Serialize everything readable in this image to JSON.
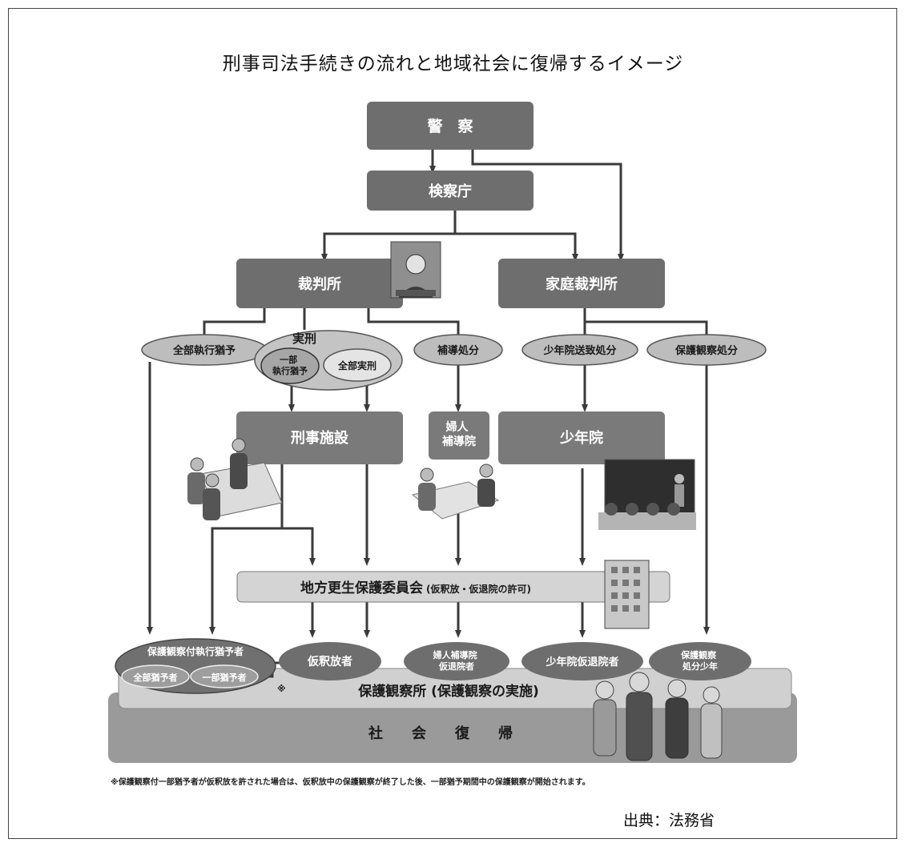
{
  "title": "刑事司法手続きの流れと地域社会に復帰するイメージ",
  "nodes": {
    "police": "警　察",
    "prosecutor": "検察庁",
    "court": "裁判所",
    "family_court": "家庭裁判所",
    "full_suspension": "全部執行猶予",
    "sentence": "実刑",
    "partial_suspension": "一部\n執行猶予",
    "full_sentence": "全部実刑",
    "guidance_disposition": "補導処分",
    "juvenile_training_disposition": "少年院送致処分",
    "probation_disposition": "保護観察処分",
    "penal_institution": "刑事施設",
    "womens_guidance_home": "婦人\n補導院",
    "juvenile_training_school": "少年院",
    "parole_board": "地方更生保護委員会",
    "parole_board_note": "(仮釈放・仮退院の許可)",
    "probationer_suspended": "保護観察付執行猶予者",
    "full_suspendee": "全部猶予者",
    "partial_suspendee": "一部猶予者",
    "parolee": "仮釈放者",
    "womens_home_releasee": "婦人補導院\n仮退院者",
    "juvenile_releasee": "少年院仮退院者",
    "juvenile_probationer": "保護観察\n処分少年",
    "probation_office": "保護観察所 (保護観察の実施)",
    "reintegration": "社　　会　　復　　帰",
    "asterisk": "※"
  },
  "footnote": "※保護観察付一部猶予者が仮釈放を許された場合は、仮釈放中の保護観察が終了した後、一部猶予期間中の保護観察が開始されます。",
  "source": "出典：法務省",
  "colors": {
    "dark_box": "#6e6e6e",
    "light_ellipse": "#bdbdbd",
    "board_band": "#d4d4d4",
    "office_band": "#d0d0d0",
    "base_band": "#9a9a9a",
    "arrow": "#3a3a3a"
  }
}
